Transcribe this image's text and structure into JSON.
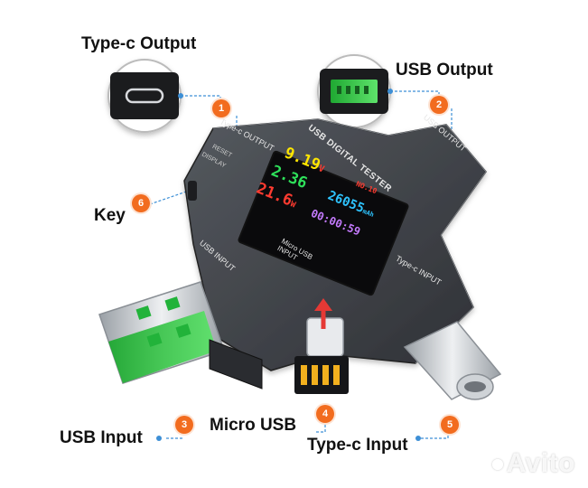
{
  "callouts": {
    "typec_output": {
      "label": "Type-c Output",
      "marker": "1"
    },
    "usb_output": {
      "label": "USB Output",
      "marker": "2"
    },
    "usb_input": {
      "label": "USB Input",
      "marker": "3"
    },
    "micro_usb": {
      "label": "Micro USB",
      "marker": "4"
    },
    "typec_input": {
      "label": "Type-c Input",
      "marker": "5"
    },
    "key": {
      "label": "Key",
      "marker": "6"
    }
  },
  "device": {
    "title": "USB DIGITAL TESTER",
    "port_labels": {
      "typec_output": "Type-c OUTPUT",
      "usb_output": "USB OUTPUT",
      "usb_input": "USB INPUT",
      "typec_input": "Type-c INPUT",
      "micro_usb": "Micro USB INPUT"
    },
    "key_labels": [
      "DISPLAY",
      "RESET"
    ],
    "screen": {
      "voltage": "9.19",
      "voltage_unit": "V",
      "current": "2.36",
      "power": "21.6",
      "power_unit": "W",
      "group": "NO.10",
      "capacity": "26055",
      "capacity_unit": "mAh",
      "time": "00:00:59"
    }
  },
  "watermark": "Avito",
  "colors": {
    "accent": "#f26c1f",
    "leader_line": "#3d8fd6",
    "device_body": "#3a3d42",
    "usb_green": "#2ecc40"
  },
  "icons": [
    "usb-a-port-icon",
    "usb-c-port-icon",
    "avito-logo-icon"
  ]
}
